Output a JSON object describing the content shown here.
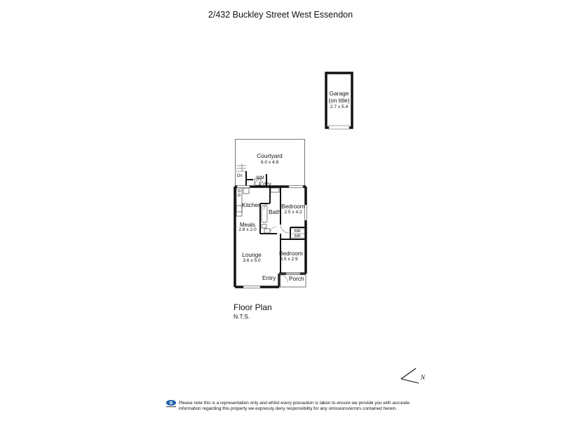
{
  "title": "2/432 Buckley Street West Essendon",
  "rooms": {
    "garage": {
      "name": "Garage",
      "sub": "(on title)",
      "dims": "2.7 x 5.4"
    },
    "courtyard": {
      "name": "Courtyard",
      "dims": "6.0 x 4.8"
    },
    "wm": "WM",
    "ldry": "L'dry",
    "dn": "Dn",
    "kitchen": "Kitchen",
    "bath": "Bath",
    "bedroom1": {
      "name": "Bedroom",
      "dims": "2.5 x 4.2"
    },
    "meals": {
      "name": "Meals",
      "dims": "2.6 x 2.0"
    },
    "bir": "BIR",
    "bedroom2": {
      "name": "Bedroom",
      "dims": "3.5 x 2.9"
    },
    "lounge": {
      "name": "Lounge",
      "dims": "3.6 x 5.0"
    },
    "entry": "Entry",
    "porch": "Porch"
  },
  "caption": {
    "title": "Floor Plan",
    "scale": "N.T.S."
  },
  "compass": {
    "letter": "N"
  },
  "disclaimer": "Please note this is a representation only and whilst every precaution is taken to ensure we provide you with accurate information regarding this property we expressly deny responsibility for any omissions/errors contained herein."
}
